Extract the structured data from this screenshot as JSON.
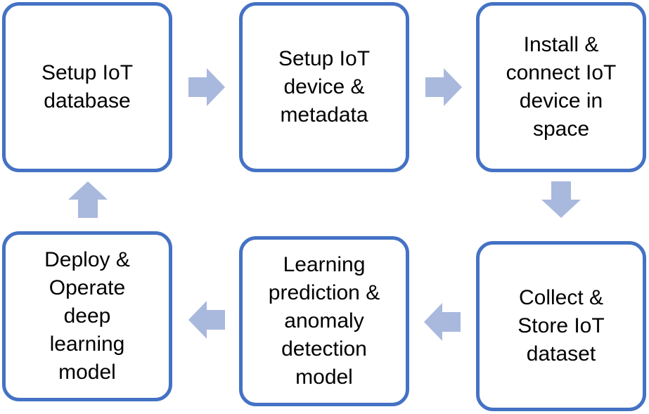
{
  "diagram": {
    "steps": [
      {
        "label": "Setup IoT\ndatabase"
      },
      {
        "label": "Setup IoT\ndevice &\nmetadata"
      },
      {
        "label": "Install &\nconnect IoT\ndevice in\nspace"
      },
      {
        "label": "Collect &\nStore IoT\ndataset"
      },
      {
        "label": "Learning\nprediction &\nanomaly\ndetection\nmodel"
      },
      {
        "label": "Deploy &\nOperate\ndeep\nlearning\nmodel"
      }
    ],
    "colors": {
      "box_border": "#4472c4",
      "arrow_fill": "#a9b8dd",
      "text": "#000000"
    },
    "arrow_icon": "block-arrow-icon"
  }
}
